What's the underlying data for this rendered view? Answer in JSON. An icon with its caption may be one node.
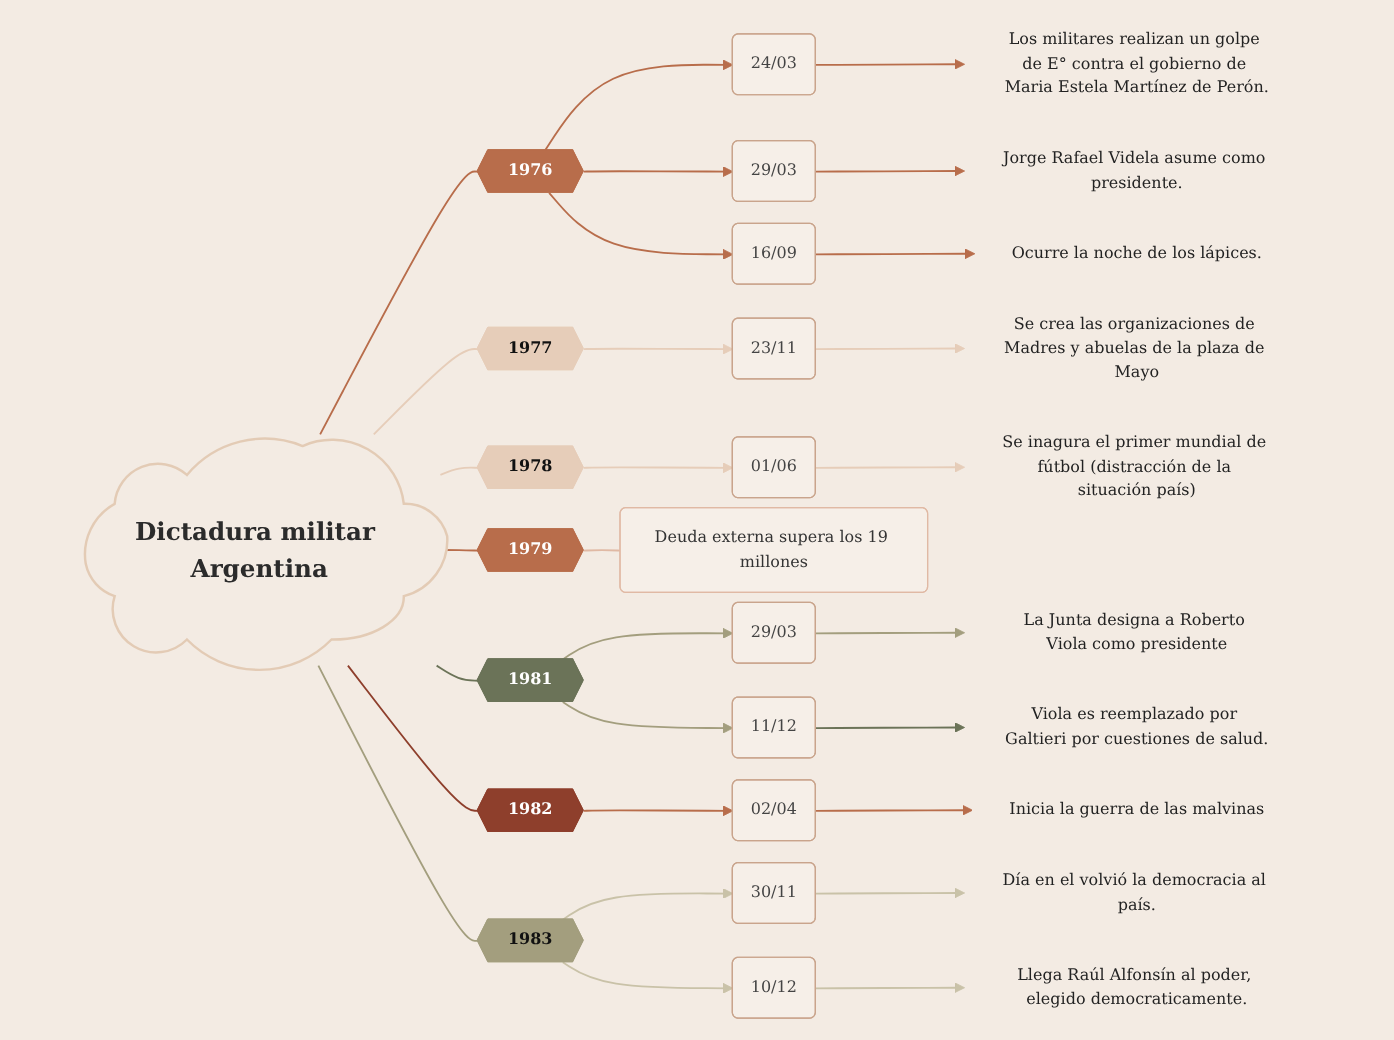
{
  "diagram": {
    "nodes": [
      {
        "text": [
          "Dictadura militar Argentina"
        ]
      },
      {
        "text": [
          "1976"
        ]
      },
      {
        "text": [
          "24/03"
        ]
      },
      {
        "text": [
          "Los militares realizan un golpe de E° contra el gobierno de Maria Estela Martínez de Perón."
        ]
      },
      {
        "text": [
          "29/03"
        ]
      },
      {
        "text": [
          "Jorge Rafael Videla asume como presidente."
        ]
      },
      {
        "text": [
          "16/09"
        ]
      },
      {
        "text": [
          "Ocurre la noche de los lápices."
        ]
      },
      {
        "text": [
          "1977"
        ]
      },
      {
        "text": [
          "23/11"
        ]
      },
      {
        "text": [
          "Se crea las organizaciones de Madres y abuelas de la plaza de Mayo"
        ]
      },
      {
        "text": [
          "1978"
        ]
      },
      {
        "text": [
          "01/06"
        ]
      },
      {
        "text": [
          "Se inagura el primer mundial de fútbol (distracción de la situación país)"
        ]
      },
      {
        "text": [
          "1979"
        ]
      },
      {
        "text": [
          "Deuda externa supera los 19 millones"
        ]
      },
      {
        "text": [
          "1981"
        ]
      },
      {
        "text": [
          "29/03"
        ]
      },
      {
        "text": [
          "La Junta designa a Roberto Viola como presidente"
        ]
      },
      {
        "text": [
          "11/12"
        ]
      },
      {
        "text": [
          "Viola es reemplazado por Galtieri por cuestiones de salud."
        ]
      },
      {
        "text": [
          "1982"
        ]
      },
      {
        "text": [
          "02/04"
        ]
      },
      {
        "text": [
          "Inicia la guerra de las malvinas"
        ]
      },
      {
        "text": [
          "1983"
        ]
      },
      {
        "text": [
          "30/11"
        ]
      },
      {
        "text": [
          "Día en el volvió la democracia al país."
        ]
      },
      {
        "text": [
          "10/12"
        ]
      },
      {
        "text": [
          "Llega Raúl Alfonsín al poder, elegido democraticamente."
        ]
      }
    ],
    "edges": [
      {
        "from": 0,
        "to": 1,
        "arrow": "none",
        "color": "#b86d4b"
      },
      {
        "from": 1,
        "to": 2,
        "arrow": "to",
        "color": "#b86d4b"
      },
      {
        "from": 2,
        "to": 3,
        "arrow": "to",
        "color": "#b86d4b"
      },
      {
        "from": 1,
        "to": 4,
        "arrow": "to",
        "color": "#b86d4b"
      },
      {
        "from": 4,
        "to": 5,
        "arrow": "to",
        "color": "#b86d4b"
      },
      {
        "from": 1,
        "to": 6,
        "arrow": "to",
        "color": "#b86d4b"
      },
      {
        "from": 6,
        "to": 7,
        "arrow": "to",
        "color": "#b86d4b"
      },
      {
        "from": 0,
        "to": 8,
        "arrow": "none",
        "color": "#e6cdb9"
      },
      {
        "from": 8,
        "to": 9,
        "arrow": "to",
        "color": "#e6cdb9"
      },
      {
        "from": 9,
        "to": 10,
        "arrow": "to",
        "color": "#e6cdb9"
      },
      {
        "from": 0,
        "to": 11,
        "arrow": "none",
        "color": "#e6cdb9"
      },
      {
        "from": 11,
        "to": 12,
        "arrow": "to",
        "color": "#e6cdb9"
      },
      {
        "from": 12,
        "to": 13,
        "arrow": "to",
        "color": "#e6cdb9"
      },
      {
        "from": 0,
        "to": 14,
        "arrow": "none",
        "color": "#b86d4b"
      },
      {
        "from": 14,
        "to": 15,
        "arrow": "none",
        "color": "#e0b9a4"
      },
      {
        "from": 0,
        "to": 16,
        "arrow": "none",
        "color": "#6b7358"
      },
      {
        "from": 16,
        "to": 17,
        "arrow": "to",
        "color": "#a39e7e"
      },
      {
        "from": 17,
        "to": 18,
        "arrow": "to",
        "color": "#a39e7e"
      },
      {
        "from": 16,
        "to": 19,
        "arrow": "to",
        "color": "#a39e7e"
      },
      {
        "from": 19,
        "to": 20,
        "arrow": "to",
        "color": "#6b7358"
      },
      {
        "from": 0,
        "to": 21,
        "arrow": "none",
        "color": "#8e3f2c"
      },
      {
        "from": 21,
        "to": 22,
        "arrow": "to",
        "color": "#b86d4b"
      },
      {
        "from": 22,
        "to": 23,
        "arrow": "to",
        "color": "#b86d4b"
      },
      {
        "from": 0,
        "to": 24,
        "arrow": "none",
        "color": "#a39e7e"
      },
      {
        "from": 24,
        "to": 25,
        "arrow": "to",
        "color": "#c9c2a8"
      },
      {
        "from": 25,
        "to": 26,
        "arrow": "to",
        "color": "#c9c2a8"
      },
      {
        "from": 24,
        "to": 27,
        "arrow": "to",
        "color": "#c9c2a8"
      },
      {
        "from": 27,
        "to": 28,
        "arrow": "to",
        "color": "#c9c2a8"
      }
    ]
  }
}
